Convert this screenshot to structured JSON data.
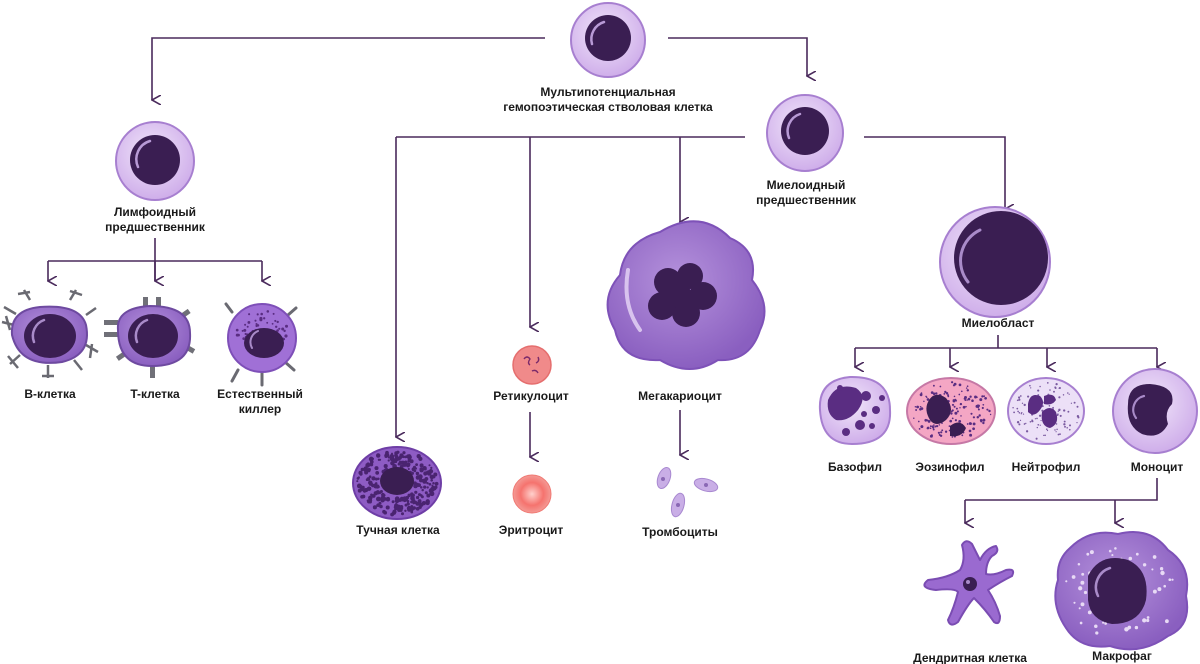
{
  "labels": {
    "stem_cell": [
      "Мультипотенциальная",
      "гемопоэтическая стволовая клетка"
    ],
    "lymphoid": [
      "Лимфоидный",
      "предшественник"
    ],
    "myeloid": [
      "Миелоидный",
      "предшественник"
    ],
    "b_cell": "B-клетка",
    "t_cell": "T-клетка",
    "nk_cell": [
      "Естественный",
      "киллер"
    ],
    "mast_cell": "Тучная клетка",
    "reticulocyte": "Ретикулоцит",
    "erythrocyte": "Эритроцит",
    "megakaryocyte": "Мегакариоцит",
    "platelets": "Тромбоциты",
    "myeloblast": "Миелобласт",
    "basophil": "Базофил",
    "eosinophil": "Эозинофил",
    "neutrophil": "Нейтрофил",
    "monocyte": "Моноцит",
    "dendritic": "Дендритная клетка",
    "macrophage": "Макрофаг"
  },
  "colors": {
    "line": "#4a2a5c",
    "cell_outer": "#dcc4ef",
    "cell_border": "#a77fd0",
    "nucleus": "#3a1e52",
    "red": "#f08a8a",
    "eos": "#f4a6c4"
  }
}
